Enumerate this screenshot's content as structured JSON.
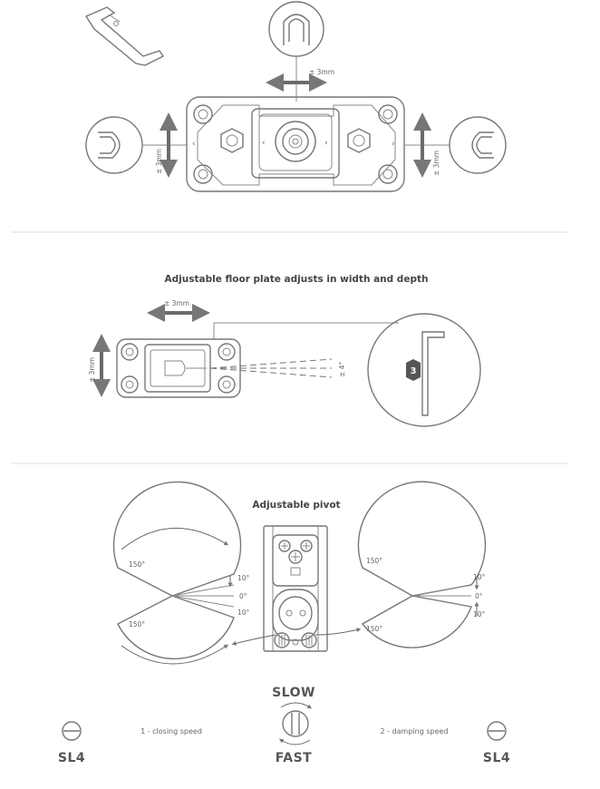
{
  "section1": {
    "width_adj": "± 3mm",
    "depth_adj_left": "± 3mm",
    "depth_adj_right": "± 3mm"
  },
  "section2": {
    "heading": "Adjustable floor plate adjusts in width and depth",
    "width_adj": "± 3mm",
    "depth_adj": "± 3mm",
    "angle_adj": "± 4°",
    "hex_key_size": "3"
  },
  "section3": {
    "heading": "Adjustable pivot",
    "left_angles": {
      "top": "150°",
      "bottom": "150°",
      "a1": "10°",
      "a2": "0°",
      "a3": "10°"
    },
    "right_angles": {
      "top": "150°",
      "bottom": "150°",
      "a1": "10°",
      "a2": "0°",
      "a3": "10°"
    },
    "slow_label": "SLOW",
    "fast_label": "FAST",
    "closing_speed": "1 - closing speed",
    "damping_speed": "2 - damping speed",
    "left_model": "SL4",
    "right_model": "SL4"
  }
}
